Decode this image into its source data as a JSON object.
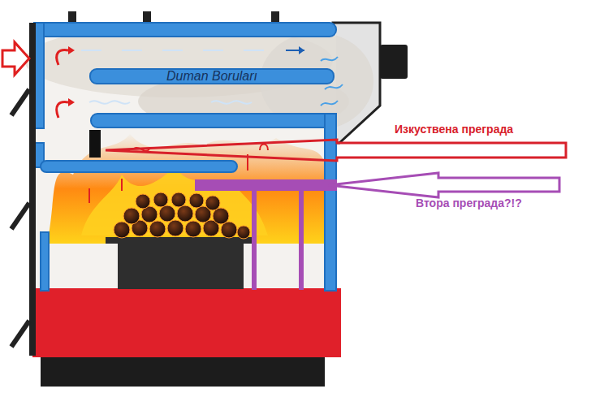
{
  "diagram": {
    "nodes": [
      {
        "text": [
          "Duman Boruları"
        ]
      }
    ],
    "labels": [
      "Изкуствена преграда",
      "Втора преграда?!?"
    ]
  }
}
